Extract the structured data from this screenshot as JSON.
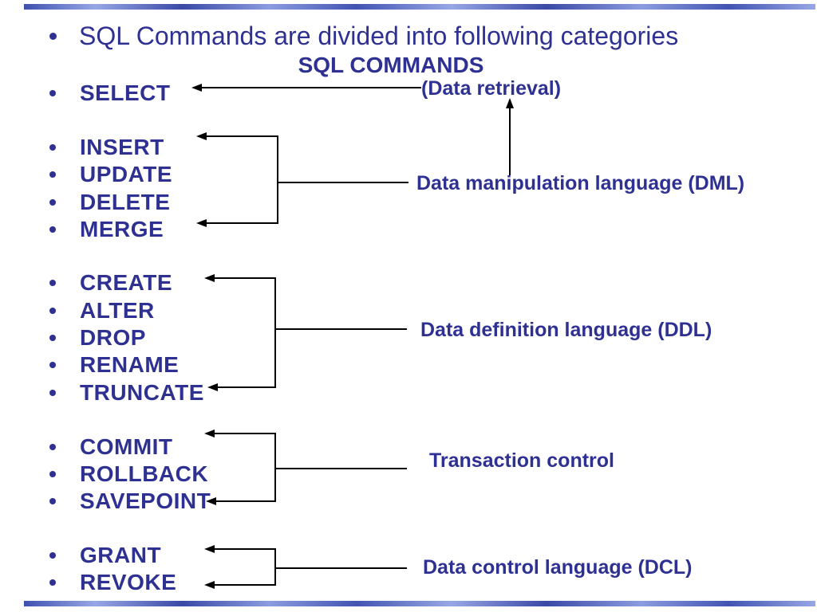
{
  "slide": {
    "title": "SQL Commands are divided into following categories",
    "heading": "SQL COMMANDS"
  },
  "groups": [
    {
      "name": "data-retrieval",
      "label": "(Data retrieval)",
      "commands": [
        "SELECT"
      ]
    },
    {
      "name": "dml",
      "label": "Data manipulation language (DML)",
      "commands": [
        "INSERT",
        "UPDATE",
        "DELETE",
        "MERGE"
      ]
    },
    {
      "name": "ddl",
      "label": "Data definition language (DDL)",
      "commands": [
        "CREATE",
        "ALTER",
        "DROP",
        "RENAME",
        "TRUNCATE"
      ]
    },
    {
      "name": "tcl",
      "label": "Transaction control",
      "commands": [
        "COMMIT",
        "ROLLBACK",
        "SAVEPOINT"
      ]
    },
    {
      "name": "dcl",
      "label": "Data control language (DCL)",
      "commands": [
        "GRANT",
        "REVOKE"
      ]
    }
  ],
  "colors": {
    "text": "#2e3192",
    "line": "#000000",
    "bar_blue": "#3f51b0",
    "bar_blue_light": "#97a7e4"
  },
  "bullet": "•"
}
